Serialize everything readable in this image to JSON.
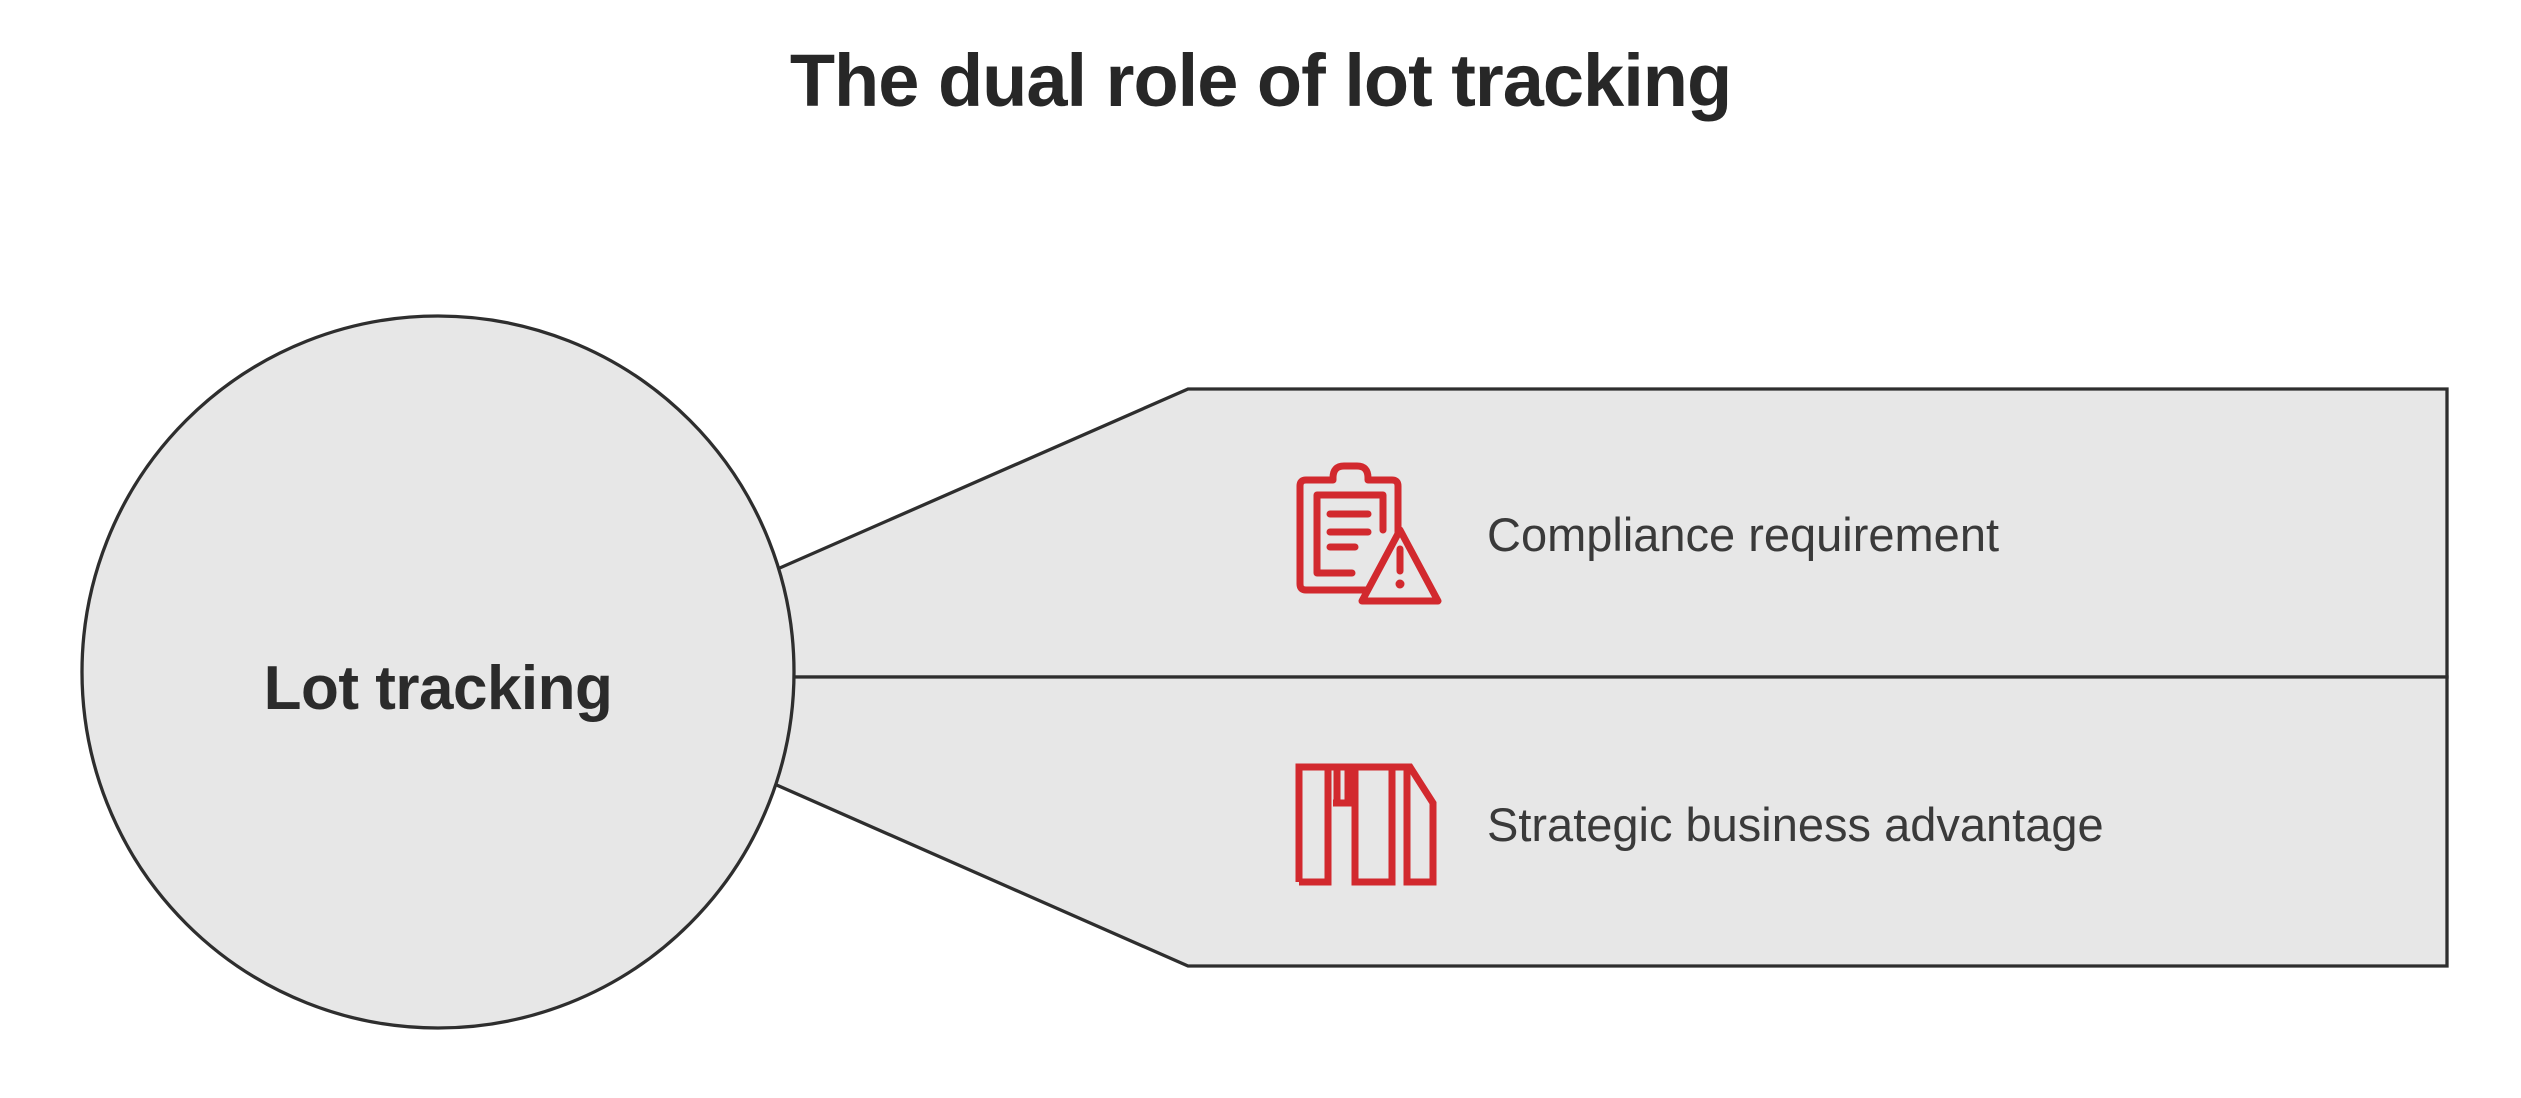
{
  "title": "The dual role of lot tracking",
  "hub": {
    "label": "Lot tracking"
  },
  "branches": [
    {
      "label": "Compliance requirement",
      "icon": "clipboard-warning-icon"
    },
    {
      "label": "Strategic business advantage",
      "icon": "shelved-books-icon"
    }
  ],
  "colors": {
    "accent_red": "#d2292e",
    "shape_fill": "#e7e7e7",
    "shape_stroke": "#2e2e2e",
    "title_text": "#272727",
    "hub_text": "#2b2b2b",
    "label_text": "#3a3a3a",
    "background": "#ffffff"
  }
}
